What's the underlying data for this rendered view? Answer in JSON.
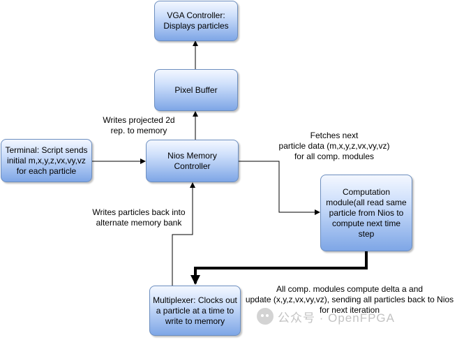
{
  "nodes": {
    "vga": "VGA Controller:\nDisplays particles",
    "pixel_buffer": "Pixel Buffer",
    "nios": "Nios Memory\nController",
    "terminal": "Terminal: Script sends\ninitial m,x,y,z,vx,vy,vz\nfor each particle",
    "computation": "Computation\nmodule(all read same\nparticle from Nios to\ncompute next time step",
    "multiplexer": "Multiplexer: Clocks out\na particle at a time to\nwrite to memory"
  },
  "edge_labels": {
    "writes_projected": "Writes projected 2d\nrep. to memory",
    "fetches_next": "Fetches next\nparticle data (m,x,y,z,vx,vy,vz)\nfor all comp. modules",
    "writes_back": "Writes particles back into\nalternate memory bank",
    "compute_delta": "All comp. modules compute delta a and\nupdate (x,y,z,vx,vy,vz), sending all particles back to Nios\nfor next iteration"
  },
  "watermark": {
    "icon": "wechat-icon",
    "text": "公众号 · OpenFPGA"
  }
}
